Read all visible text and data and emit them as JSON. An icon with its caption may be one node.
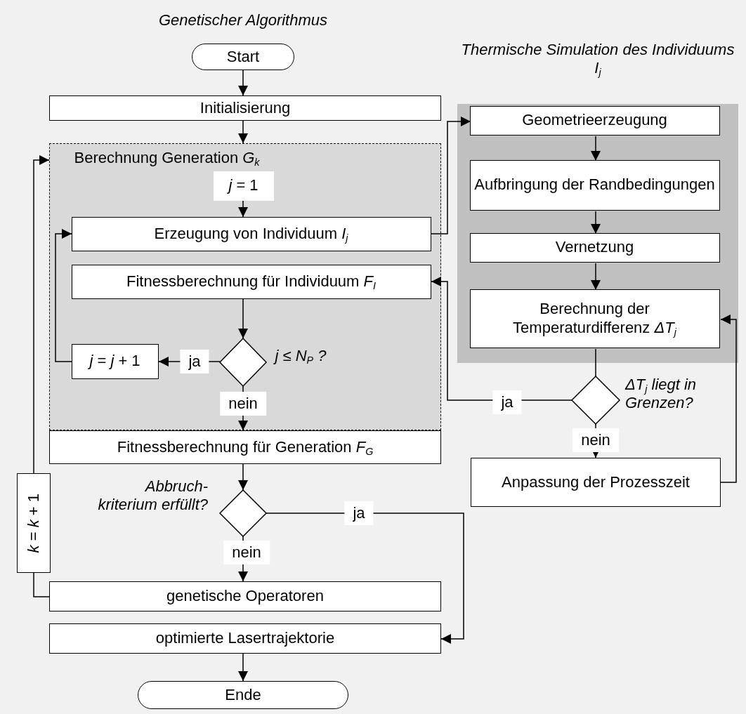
{
  "diagram": {
    "title": "Genetischer Algorithmus",
    "nodes": [
      {
        "text": [
          "Start"
        ]
      },
      {
        "text": [
          "Initialisierung"
        ]
      },
      {
        "text": [
          "Berechnung Generation *G*$_{k}$"
        ]
      },
      {
        "text": [
          "*j* = 1"
        ],
        "in": 2
      },
      {
        "text": [
          "Erzeugung von Individuum *I*$_{j}$"
        ],
        "in": 2
      },
      {
        "text": [
          "Fitnessberechnung für Individuum *F*$_{I}$"
        ],
        "in": 2
      },
      {
        "text": [],
        "shape": "diamond",
        "in": 2,
        "beside": [
          "j ≤ N$_{P}$ ?"
        ]
      },
      {
        "text": [
          "*j* = *j* + 1"
        ],
        "in": 2
      },
      {
        "text": [
          "Fitnessberechnung für Generation *F*$_{G}$"
        ]
      },
      {
        "text": [],
        "shape": "diamond",
        "beside": [
          "Abbruch- kriterium erfüllt?"
        ]
      },
      {
        "text": [
          "*k* = *k* + 1"
        ]
      },
      {
        "text": [
          "genetische Operatoren"
        ]
      },
      {
        "text": [
          "optimierte Lasertrajektorie"
        ]
      },
      {
        "text": [
          "Ende"
        ]
      },
      {
        "text": [
          "Thermische Simulation des Individuums I$_{j}$"
        ]
      },
      {
        "text": [
          "Geometrieerzeugung"
        ],
        "in": 14
      },
      {
        "text": [
          "Aufbringung der Randbedingungen"
        ],
        "in": 14
      },
      {
        "text": [
          "Vernetzung"
        ],
        "in": 14
      },
      {
        "text": [
          "Berechnung der Temperaturdifferenz *ΔT*$_{j}$"
        ],
        "in": 14
      },
      {
        "text": [],
        "shape": "diamond",
        "beside": [
          "ΔT$_{j}$ liegt in Grenzen?"
        ]
      },
      {
        "text": [
          "Anpassung der Prozesszeit"
        ]
      }
    ],
    "edges": [
      {
        "from": 0,
        "to": 1,
        "arrow": "to"
      },
      {
        "from": 1,
        "to": 2,
        "arrow": "to"
      },
      {
        "from": 3,
        "to": 4,
        "arrow": "to"
      },
      {
        "from": 4,
        "to": 15,
        "arrow": "to"
      },
      {
        "from": 5,
        "to": 6,
        "arrow": "to"
      },
      {
        "from": 6,
        "to": 7,
        "arrow": "to",
        "label": "ja"
      },
      {
        "from": 7,
        "to": 4,
        "arrow": "to"
      },
      {
        "from": 6,
        "to": 8,
        "arrow": "to",
        "label": "nein"
      },
      {
        "from": 8,
        "to": 9,
        "arrow": "to"
      },
      {
        "from": 9,
        "to": 11,
        "arrow": "to",
        "label": "nein"
      },
      {
        "from": 9,
        "to": 12,
        "arrow": "to",
        "label": "ja"
      },
      {
        "from": 11,
        "to": 10,
        "arrow": "none"
      },
      {
        "from": 10,
        "to": 2,
        "arrow": "to"
      },
      {
        "from": 12,
        "to": 13,
        "arrow": "to"
      },
      {
        "from": 15,
        "to": 16,
        "arrow": "to"
      },
      {
        "from": 16,
        "to": 17,
        "arrow": "to"
      },
      {
        "from": 17,
        "to": 18,
        "arrow": "to"
      },
      {
        "from": 18,
        "to": 19,
        "arrow": "none"
      },
      {
        "from": 19,
        "to": 5,
        "arrow": "to",
        "label": "ja"
      },
      {
        "from": 19,
        "to": 20,
        "arrow": "to",
        "label": "nein"
      },
      {
        "from": 20,
        "to": 18,
        "arrow": "to"
      }
    ]
  }
}
